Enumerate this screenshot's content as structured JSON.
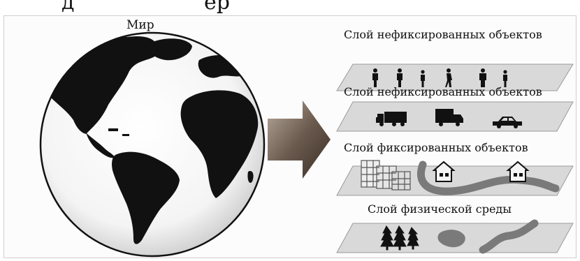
{
  "top_fragment": {
    "left_text": "д",
    "right_text": "ер"
  },
  "diagram": {
    "world_label": "Мир",
    "layers": [
      {
        "title": "Слой нефиксированных объектов",
        "icons": [
          "person-icon",
          "person-icon",
          "person-icon",
          "person-walking-icon",
          "person-icon",
          "person-icon"
        ]
      },
      {
        "title": "Слой нефиксированных объектов",
        "icons": [
          "truck-icon",
          "van-icon",
          "car-icon"
        ]
      },
      {
        "title": "Слой фиксированных объектов",
        "icons": [
          "building-icon",
          "house-icon",
          "road-icon",
          "house-icon"
        ]
      },
      {
        "title": "Слой физической среды",
        "icons": [
          "trees-icon",
          "lake-icon",
          "river-icon"
        ]
      }
    ],
    "colors": {
      "plane": "#d9d9d9",
      "plane_edge": "#9a9a9a",
      "ink": "#111111",
      "road": "#7a7a7a",
      "arrow": "#6b5a4e"
    }
  }
}
